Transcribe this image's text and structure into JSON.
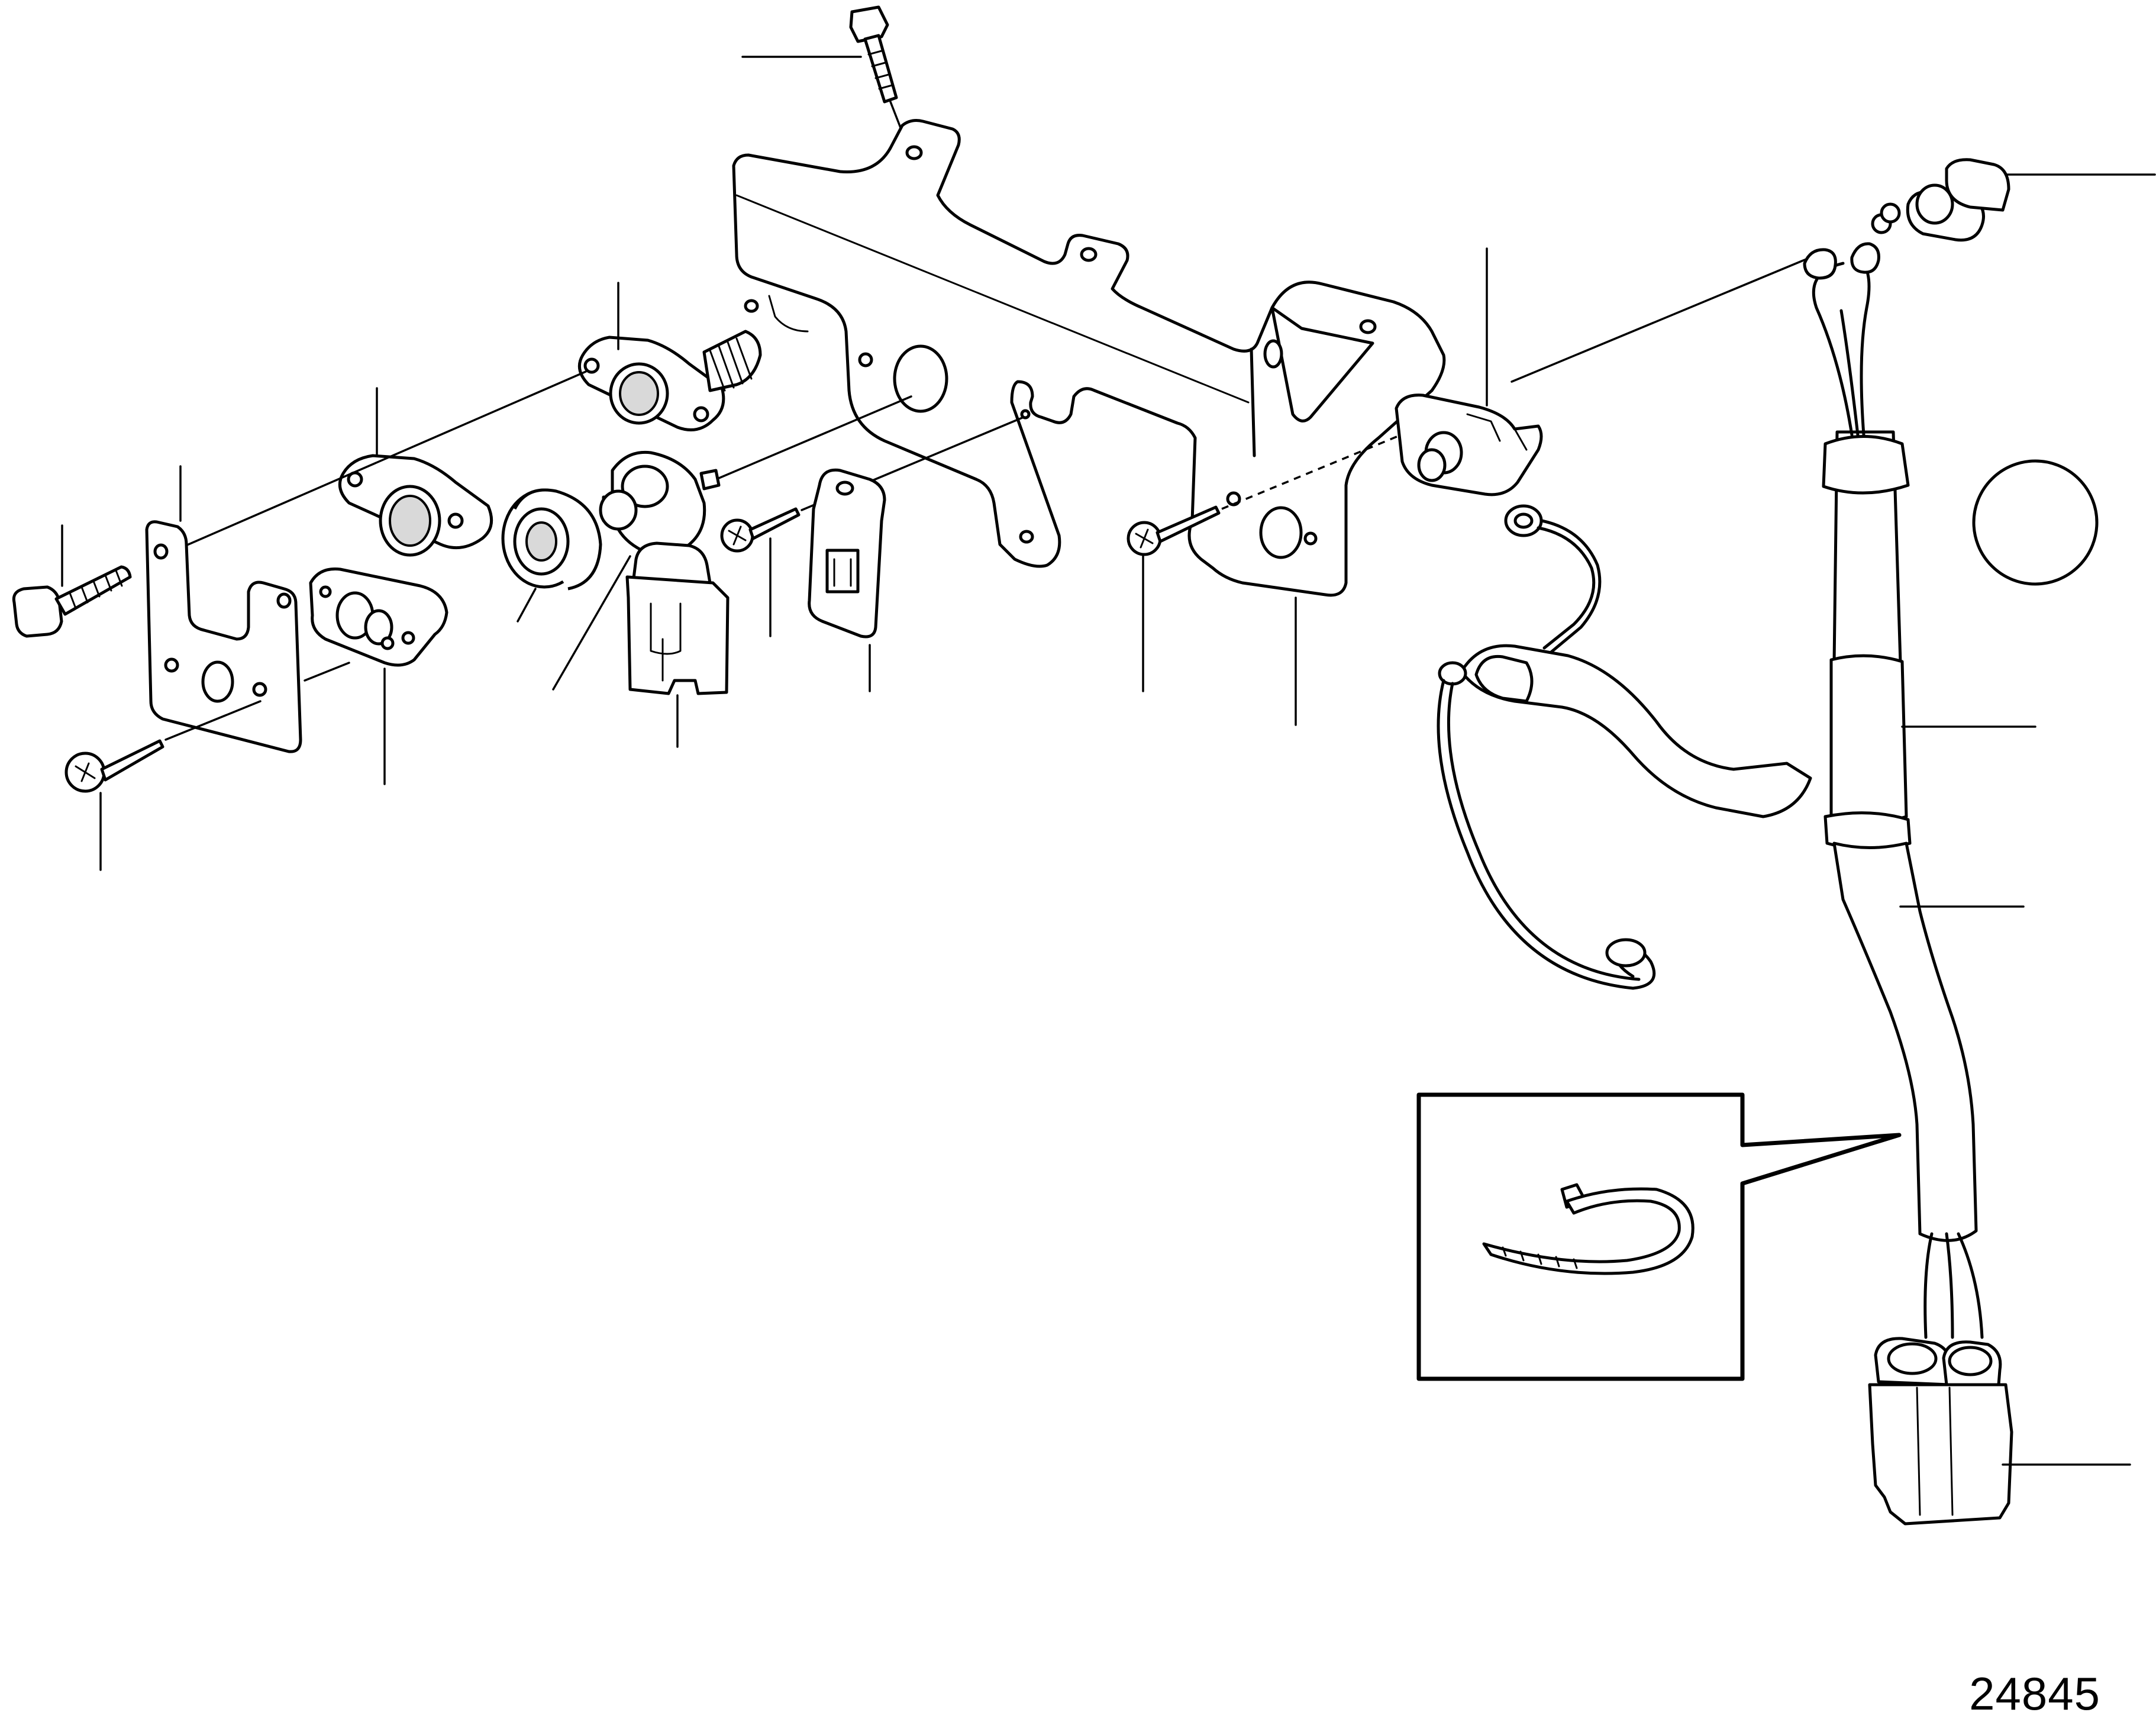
{
  "figure": {
    "number": "24845"
  },
  "parts": [
    {
      "id": "bolt-top",
      "icon": "flange-bolt"
    },
    {
      "id": "mounting-bracket",
      "icon": "bracket"
    },
    {
      "id": "sensor-flange-upper",
      "icon": "sensor-flange"
    },
    {
      "id": "sensor-flange-lower",
      "icon": "sensor-flange"
    },
    {
      "id": "small-bracket",
      "icon": "bracket"
    },
    {
      "id": "bolt-left",
      "icon": "flange-bolt"
    },
    {
      "id": "screw-left",
      "icon": "screw"
    },
    {
      "id": "sensor-body",
      "icon": "sensor"
    },
    {
      "id": "grommet",
      "icon": "bushing"
    },
    {
      "id": "switch",
      "icon": "pressure-switch"
    },
    {
      "id": "connector-plug",
      "icon": "connector"
    },
    {
      "id": "screw-middle",
      "icon": "screw"
    },
    {
      "id": "relay-holder",
      "icon": "relay"
    },
    {
      "id": "screw-right",
      "icon": "screw"
    },
    {
      "id": "sensor-right",
      "icon": "sensor"
    },
    {
      "id": "cable-harness",
      "icon": "harness"
    },
    {
      "id": "cable-sleeve",
      "icon": "sleeve"
    },
    {
      "id": "cable-tie",
      "icon": "cable-tie"
    },
    {
      "id": "end-cap",
      "icon": "cap"
    },
    {
      "id": "harness-connector",
      "icon": "connector"
    },
    {
      "id": "o-ring",
      "icon": "ring"
    }
  ]
}
